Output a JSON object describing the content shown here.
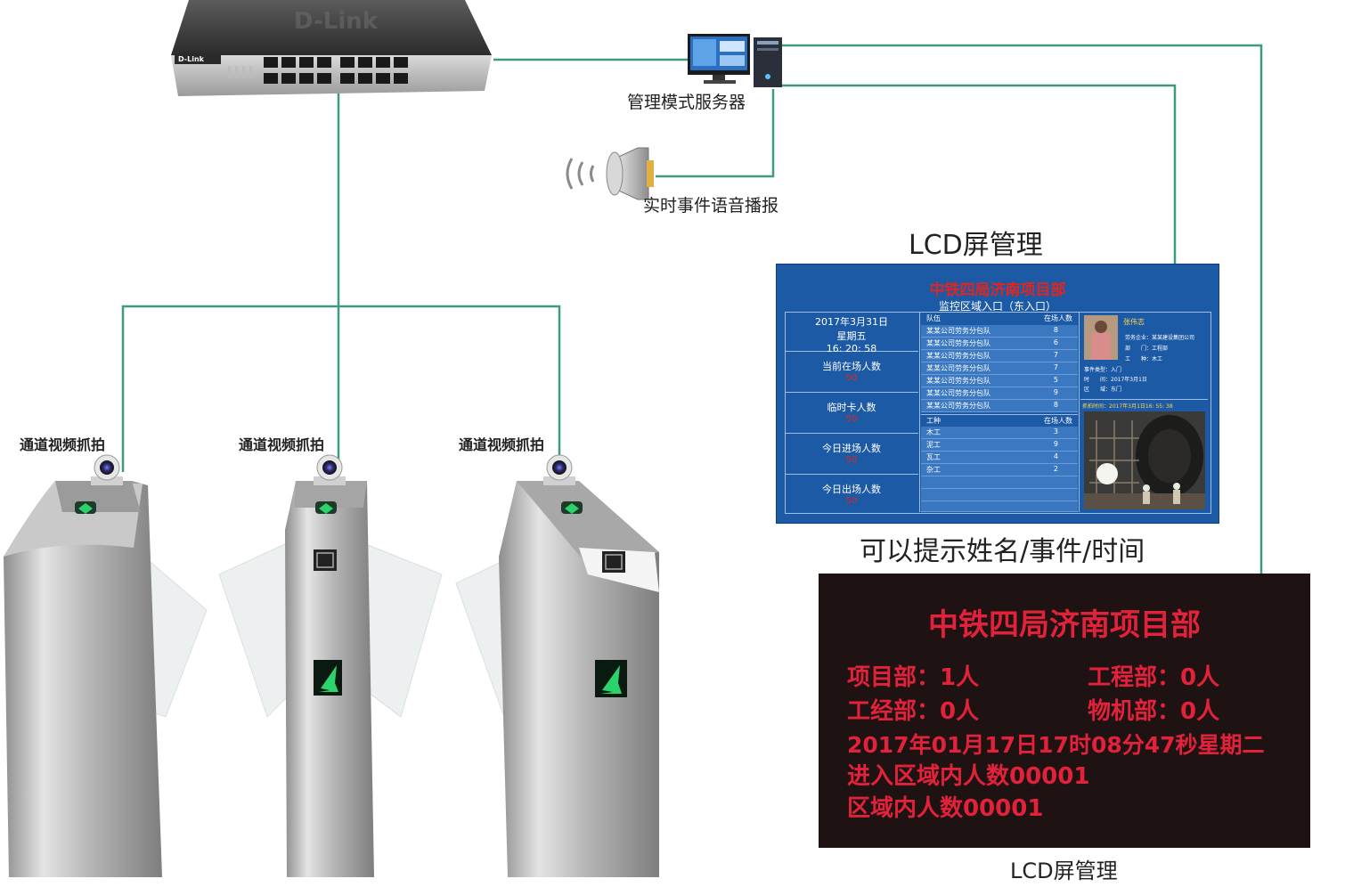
{
  "colors": {
    "wire": "#3f9a82",
    "blue_screen": "#1d5aa6",
    "led_red": "#e2223a",
    "screen_black": "#1e1212",
    "arrow_green": "#2bd46a"
  },
  "switch": {
    "brand": "D-Link"
  },
  "server": {
    "label": "管理模式服务器"
  },
  "speaker": {
    "label": "实时事件语音播报"
  },
  "cameras": [
    {
      "label": "通道视频抓拍"
    },
    {
      "label": "通道视频抓拍"
    },
    {
      "label": "通道视频抓拍"
    }
  ],
  "blue_lcd": {
    "caption": "LCD屏管理",
    "title": "中铁四局济南项目部",
    "subtitle": "监控区域入口（东入口）",
    "date": "2017年3月31日",
    "weekday": "星期五",
    "time": "16: 20: 58",
    "stats": [
      {
        "label": "当前在场人数",
        "value": "50"
      },
      {
        "label": "临时卡人数",
        "value": "50"
      },
      {
        "label": "今日进场人数",
        "value": "50"
      },
      {
        "label": "今日出场人数",
        "value": "50"
      }
    ],
    "team_header": {
      "name": "队伍",
      "count": "在场人数"
    },
    "teams": [
      {
        "name": "某某公司劳务分包队",
        "count": "8"
      },
      {
        "name": "某某公司劳务分包队",
        "count": "6"
      },
      {
        "name": "某某公司劳务分包队",
        "count": "7"
      },
      {
        "name": "某某公司劳务分包队",
        "count": "7"
      },
      {
        "name": "某某公司劳务分包队",
        "count": "5"
      },
      {
        "name": "某某公司劳务分包队",
        "count": "9"
      },
      {
        "name": "某某公司劳务分包队",
        "count": "8"
      }
    ],
    "trade_header": {
      "name": "工种",
      "count": "在场人数"
    },
    "trades": [
      {
        "name": "木工",
        "count": "3"
      },
      {
        "name": "泥工",
        "count": "9"
      },
      {
        "name": "瓦工",
        "count": "4"
      },
      {
        "name": "杂工",
        "count": "2"
      }
    ],
    "person": {
      "name": "张伟志",
      "company": "劳务企业：某某建设集团公司",
      "dept": "部　　门：工程部",
      "trade": "工　　种：木工",
      "event_type": "事件类型：入门",
      "event_time": "时　　间：2017年3月1日",
      "area": "区　　域：东门",
      "capture_time": "抓拍时间：2017年3月1日16: 55: 38"
    }
  },
  "blue_caption_bottom": "可以提示姓名/事件/时间",
  "black_lcd": {
    "title": "中铁四局济南项目部",
    "dept1": "项目部：1人",
    "dept2": "工程部：0人",
    "dept3": "工经部：0人",
    "dept4": "物机部：0人",
    "datetime": "2017年01月17日17时08分47秒星期二",
    "entered": "进入区域内人数00001",
    "inside": "区域内人数00001",
    "caption": "LCD屏管理"
  }
}
